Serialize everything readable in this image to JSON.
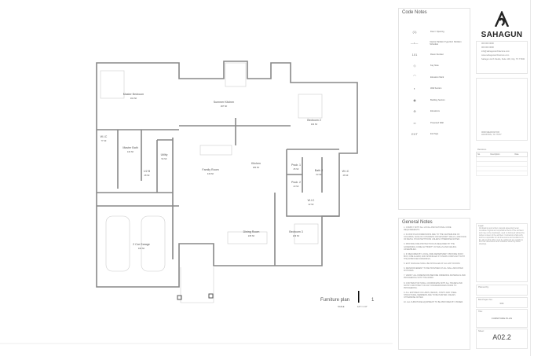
{
  "drawing": {
    "rooms": [
      {
        "name": "Master Bedroom",
        "area": "191 SF"
      },
      {
        "name": "Summer Kitchen",
        "area": "297 SF"
      },
      {
        "name": "Bedroom 2",
        "area": "164 SF"
      },
      {
        "name": "W.I.C",
        "area": "77 SF"
      },
      {
        "name": "Master Bath",
        "area": "143 SF"
      },
      {
        "name": "Utility",
        "area": "54 SF"
      },
      {
        "name": "Family Room",
        "area": "449 SF"
      },
      {
        "name": "Kitchen",
        "area": "180 SF"
      },
      {
        "name": "Pwdr. 1",
        "area": "25 SF"
      },
      {
        "name": "Bath 2",
        "area": "63 SF"
      },
      {
        "name": "W.I.C",
        "area": "46 SF"
      },
      {
        "name": "Pwdr. 2",
        "area": "23 SF"
      },
      {
        "name": "W.I.C",
        "area": "42 SF"
      },
      {
        "name": "1/2 B",
        "area": "28 SF"
      },
      {
        "name": "2 Car Garage",
        "area": "344 SF"
      },
      {
        "name": "Dining Room",
        "area": "245 SF"
      },
      {
        "name": "Bedroom 3",
        "area": "229 SF"
      }
    ],
    "title": "Furniture plan",
    "number": "1",
    "scale_label": "SCALE",
    "scale": "1/4\" = 1'-0\""
  },
  "code_notes": {
    "title": "Code Notes",
    "items": [
      {
        "symbol": "(1)",
        "label": "Door / Opening"
      },
      {
        "symbol": "—•—",
        "label": "Interior Partition Type Ref. Partition Schedule"
      },
      {
        "symbol": "101",
        "label": "Room Number"
      },
      {
        "symbol": "◇",
        "label": "Key Note"
      },
      {
        "symbol": "⌒",
        "label": "Elevation Mark"
      },
      {
        "symbol": "◐",
        "label": "Wall Section"
      },
      {
        "symbol": "◉",
        "label": "Building Section"
      },
      {
        "symbol": "⊕",
        "label": "Elevations"
      },
      {
        "symbol": "═",
        "label": "Proposed Wall"
      },
      {
        "symbol": "EXT",
        "label": "Exit Sign"
      }
    ]
  },
  "general_notes": {
    "title": "General Notes",
    "items": [
      "1. Comply with all local and national code requirements.",
      "2. Floor plan dimensions are to the centerline of columns, face of concrete or masonry walls, and face of metal stud partitions unless otherwise noted.",
      "3. Provide fire protection as required by the governing code authority at walls and ceiling assemblies.",
      "4. If required by local fire department, provide knox box, fire alarm, and sprinkler systems compliant with the approved drawings.",
      "5. Exit signage shall be installed at all exit doors.",
      "6. Reinforcement to be provided at all wall-mounted fixtures.",
      "7. Verify all dimensions before ordering materials and proceeding with the work.",
      "8. Contractor shall coordinate with all trades and notify architect of any discrepancies prior to proceeding.",
      "9. All exposed columns, beams, joists and steel structural members are to be painted unless otherwise noted.",
      "10. All furniture equipment to be provided by owner."
    ]
  },
  "title_block": {
    "logo": "SAHAGUN",
    "contact": [
      "000 000 0000",
      "000 000 0000",
      "info@sahagunarchitecture.com",
      "www.sahagunarchitecture.com",
      "Sahagun Arch Studio, Suite 100, City, TX 77000"
    ],
    "project_address": "0000 MEADOW DR HOUSTON, TX 77077",
    "revisions_title": "Revisions",
    "revisions_headers": [
      "No.",
      "Description",
      "Date"
    ],
    "legal_title": "Legal",
    "legal_text": "All drawings and written material appearing herein constitute original and unpublished work of the architect and may not be duplicated, used or disclosed without the written consent of the architect. Contractors shall verify and be responsible for all dimensions and conditions on the job and this office must be notified of any variations from the dimensions and conditions shown by these drawings.",
    "planned_by_label": "Planned by:",
    "project_no_label": "Bolt Project No.:",
    "project_no": "000",
    "title_label": "Title:",
    "sheet_title": "FURNITURE PLAN",
    "sheet_label": "Sheet:",
    "sheet_number": "A02.2"
  }
}
